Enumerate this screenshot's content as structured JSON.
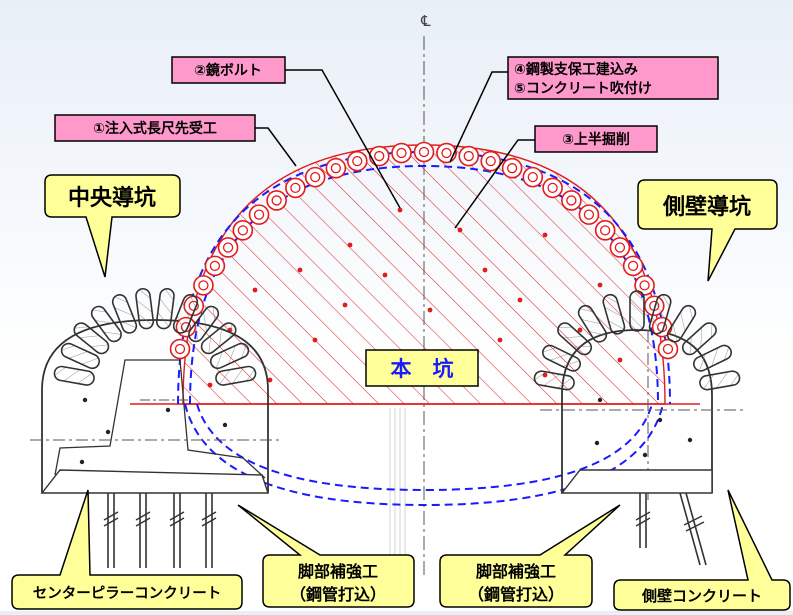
{
  "centerline_symbol": "℄",
  "labels": {
    "item1": "①注入式長尺先受工",
    "item2": "②鏡ボルト",
    "item3": "③上半掘削",
    "item4": "④鋼製支保工建込み",
    "item5": "⑤コンクリート吹付け",
    "main_tunnel": "本　坑",
    "center_drift": "中央導坑",
    "side_drift": "側壁導坑",
    "center_pillar": "センターピラーコンクリート",
    "footing_left_line1": "脚部補強工",
    "footing_left_line2": "（鋼管打込）",
    "footing_right_line1": "脚部補強工",
    "footing_right_line2": "（鋼管打込）",
    "side_wall_concrete": "側壁コンクリート"
  },
  "colors": {
    "pink_box": "#ff99cc",
    "callout_yellow": "#ffff99",
    "excavation_red": "#e21b1b",
    "support_blue": "#1a1aff",
    "main_tunnel_box": "#ffff99",
    "main_tunnel_text": "#1a1aff"
  }
}
